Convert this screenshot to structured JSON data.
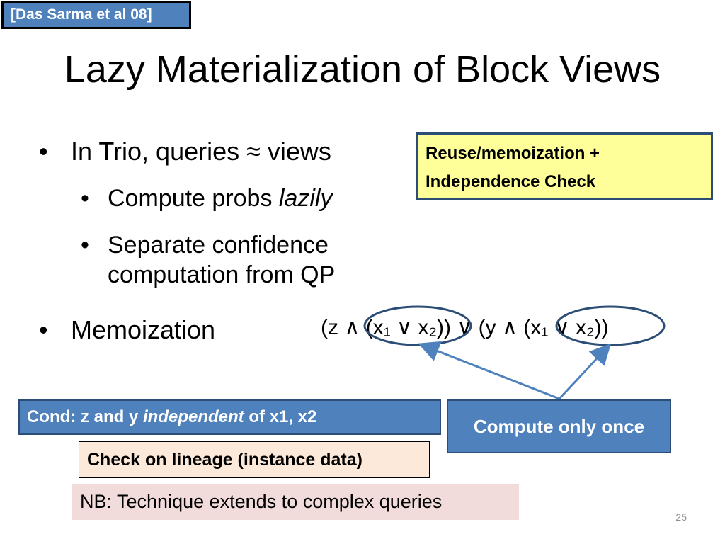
{
  "citation": "[Das Sarma et al 08]",
  "title": "Lazy Materialization of Block Views",
  "bullets": {
    "b1": "In Trio, queries ≈ views",
    "b1_sub1_text": "Compute probs ",
    "b1_sub1_em": "lazily",
    "b1_sub2_line1": "Separate confidence",
    "b1_sub2_line2": "computation from QP",
    "b2": "Memoization",
    "bullet_char": "•"
  },
  "formula": {
    "part1": "(z ∧ ",
    "group1": "(x₁ ∨ x₂)",
    "part2": ") ∨ (y ∧ ",
    "group2": "(x₁ ∨ x₂)",
    "part3": ")"
  },
  "callouts": {
    "reuse_line1": "Reuse/memoization +",
    "reuse_line2": "Independence Check",
    "cond_prefix": "Cond: z and y ",
    "cond_em": "independent",
    "cond_suffix": " of x1, x2",
    "compute_once": "Compute only once",
    "lineage": "Check on lineage (instance data)",
    "nb": "NB: Technique extends to complex queries"
  },
  "page_number": "25",
  "colors": {
    "accent_blue": "#4f81bd",
    "border_dark_blue": "#2c4d75",
    "yellow": "#ffff99",
    "peach": "#fde9d9",
    "pink": "#f2dcdb"
  }
}
